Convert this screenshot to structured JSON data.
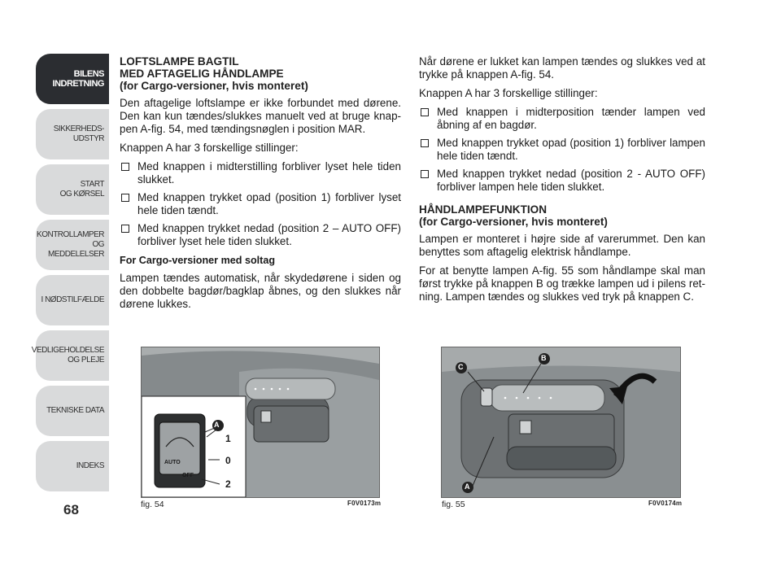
{
  "sidebar": {
    "tabs": [
      {
        "label": "BILENS\nINDRETNING",
        "active": true
      },
      {
        "label": "SIKKERHEDS-\nUDSTYR"
      },
      {
        "label": "START\nOG KØRSEL"
      },
      {
        "label": "KONTROLLAMPER\nOG MEDDELELSER"
      },
      {
        "label": "I NØDSTILFÆLDE"
      },
      {
        "label": "VEDLIGEHOLDELSE\nOG PLEJE"
      },
      {
        "label": "TEKNISKE DATA"
      },
      {
        "label": "INDEKS"
      }
    ],
    "page_number": "68"
  },
  "col1": {
    "heading1": "LOFTSLAMPE BAGTIL",
    "heading2": "MED AFTAGELIG HÅNDLAMPE",
    "heading3": "(for Cargo-versioner, hvis monteret)",
    "p1": "Den aftagelige loftslampe er ikke forbundet med dørene. Den kan kun tændes/slukkes manuelt ved at bruge knap­pen A-fig. 54, med tændingsnøglen i position MAR.",
    "p2": "Knappen A har 3 forskellige stillinger:",
    "items": [
      "Med knappen i midterstilling forbliver lyset hele tiden slukket.",
      "Med knappen trykket opad (position 1) forbliver lyset hele tiden tændt.",
      "Med knappen trykket nedad (position 2 – AUTO OFF) forbliver lyset hele tiden slukket."
    ],
    "subheading": "For Cargo-versioner med soltag",
    "p3": "Lampen tændes automatisk, når skydedørene i siden og den dobbelte bagdør/bagklap åbnes, og den slukkes når dørene lukkes."
  },
  "col2": {
    "p1": "Når dørene er lukket kan lampen tændes og slukkes ved at trykke på knappen A-fig. 54.",
    "p2": "Knappen A har 3 forskellige stillinger:",
    "items": [
      "Med knappen i midterposition tænder lampen ved åbning af en bagdør.",
      "Med knappen trykket opad (position 1) forbliver lam­pen hele tiden tændt.",
      "Med knappen trykket nedad (position 2 - AUTO OFF) forbliver lampen hele tiden slukket."
    ],
    "heading1": "HÅNDLAMPEFUNKTION",
    "heading2": "(for Cargo-versioner, hvis monteret)",
    "p3": "Lampen er monteret i højre side af varerummet. Den kan benyttes som aftagelig elektrisk håndlampe.",
    "p4": "For at benytte lampen A-fig. 55 som håndlampe skal man først trykke på knappen B og trække lampen ud i pilens ret­ning. Lampen tændes og slukkes ved tryk på knappen C."
  },
  "figures": {
    "fig54": {
      "label": "fig. 54",
      "code": "F0V0173m",
      "callout_a": "A",
      "pos1": "1",
      "pos0": "0",
      "pos2": "2",
      "auto": "AUTO",
      "off": "OFF"
    },
    "fig55": {
      "label": "fig. 55",
      "code": "F0V0174m",
      "callout_a": "A",
      "callout_b": "B",
      "callout_c": "C"
    }
  }
}
